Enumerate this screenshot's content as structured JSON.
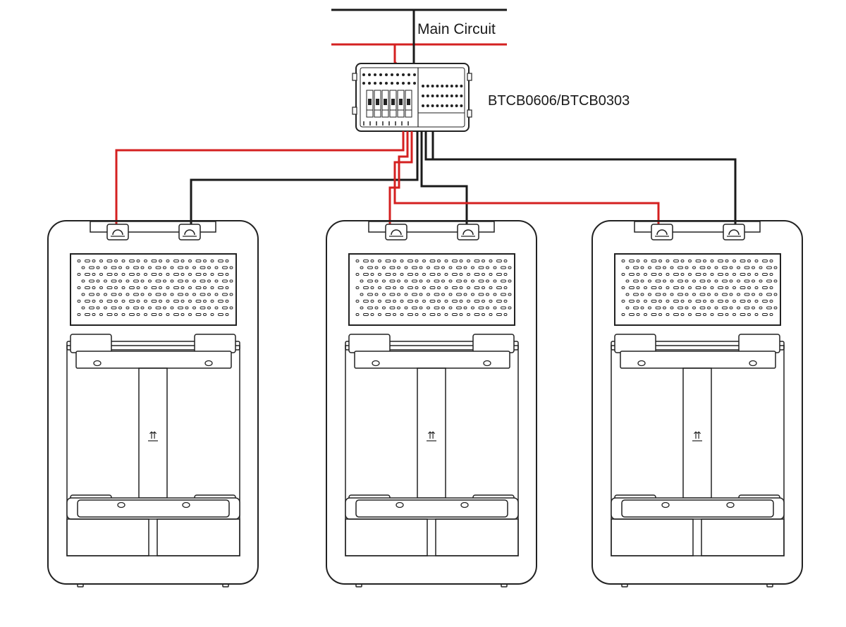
{
  "labels": {
    "main_circuit": "Main Circuit",
    "combiner_box": "BTCB0606/BTCB0303"
  },
  "colors": {
    "positive_wire": "#d42020",
    "negative_wire": "#1a1a1a",
    "outline": "#222222",
    "background": "#ffffff"
  },
  "components": {
    "battery_count": 3,
    "combiner_breakers": 6,
    "terminals_per_battery": 2
  },
  "icons": {
    "handling_mark": "this-way-up-icon"
  }
}
